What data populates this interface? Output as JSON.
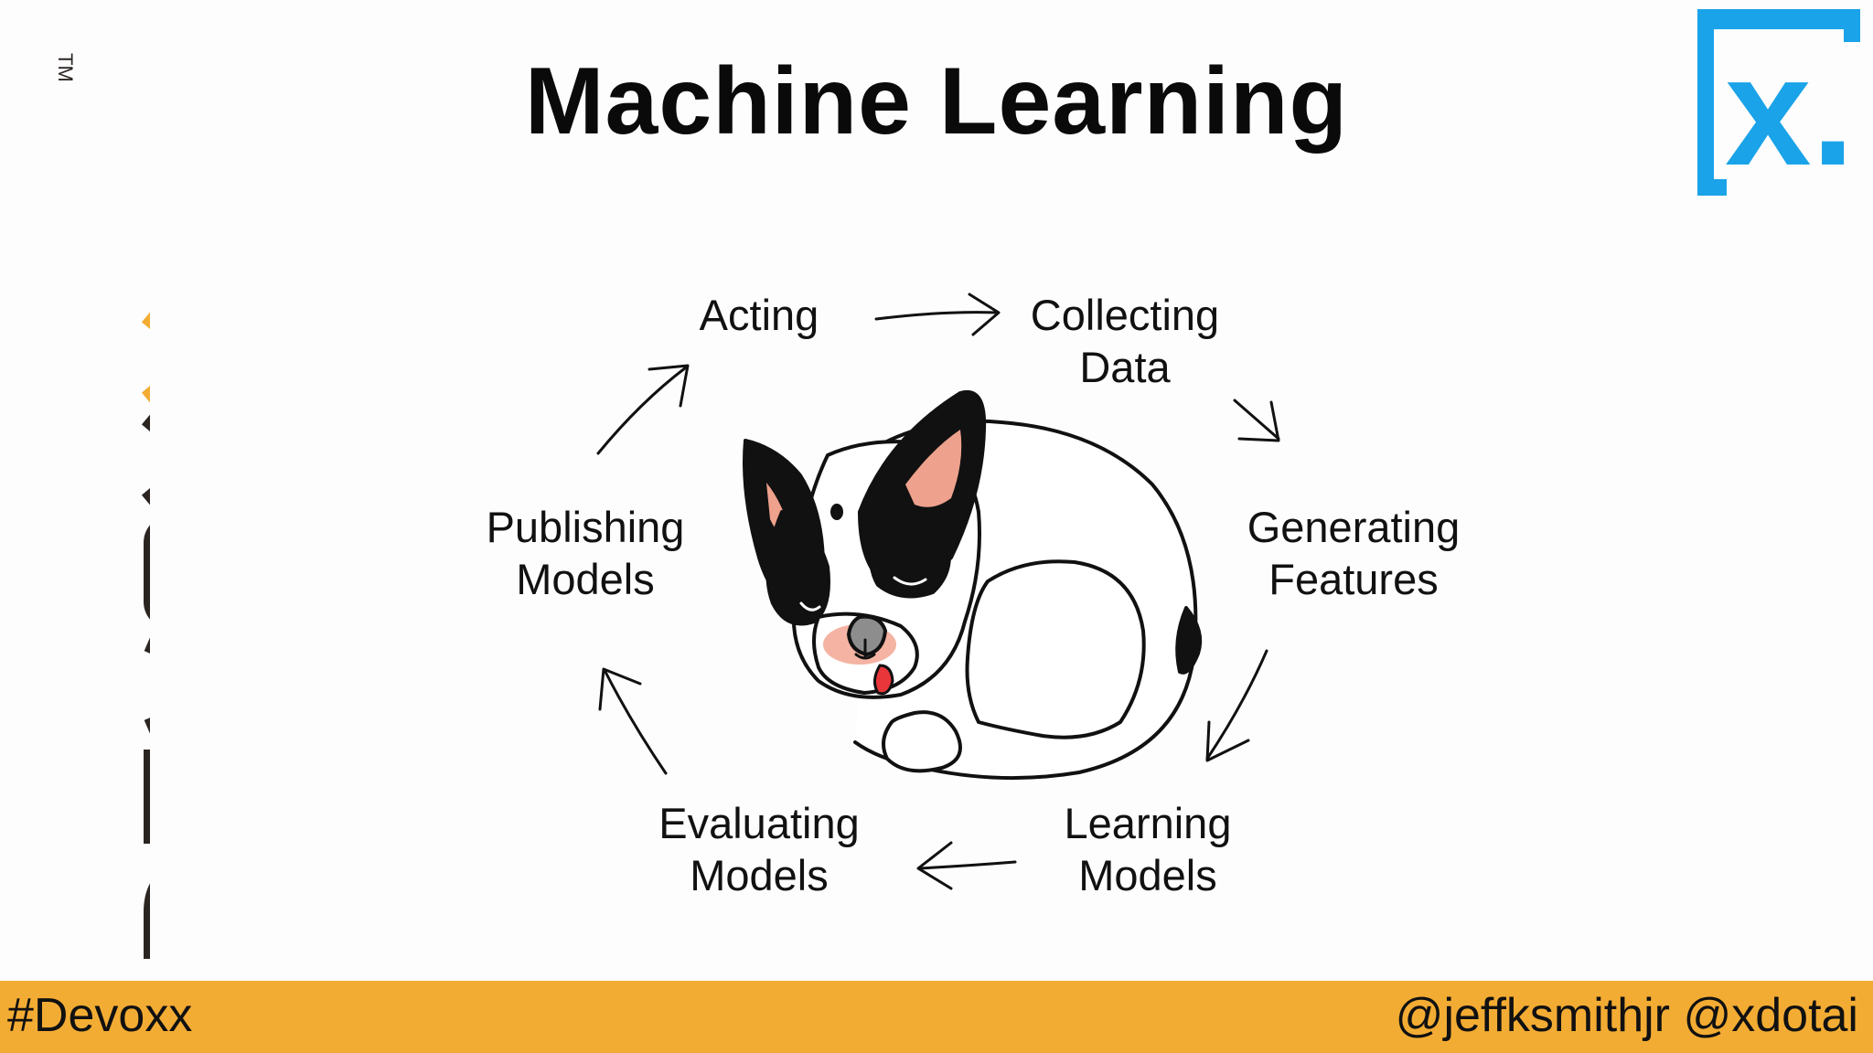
{
  "slide": {
    "title": "Machine Learning",
    "cycle_steps": [
      {
        "id": "acting",
        "lines": [
          "Acting"
        ]
      },
      {
        "id": "collecting-data",
        "lines": [
          "Collecting",
          "Data"
        ]
      },
      {
        "id": "generating-features",
        "lines": [
          "Generating",
          "Features"
        ]
      },
      {
        "id": "learning-models",
        "lines": [
          "Learning",
          "Models"
        ]
      },
      {
        "id": "evaluating-models",
        "lines": [
          "Evaluating",
          "Models"
        ]
      },
      {
        "id": "publishing-models",
        "lines": [
          "Publishing",
          "Models"
        ]
      }
    ]
  },
  "branding": {
    "devoxx_logo": "DEVOXX",
    "trademark": "TM",
    "x_logo": "x.",
    "accent_color": "#f3ac33",
    "x_logo_color": "#1aa3e8"
  },
  "footer": {
    "hashtag": "#Devoxx",
    "handles": "@jeffksmithjr @xdotai"
  }
}
